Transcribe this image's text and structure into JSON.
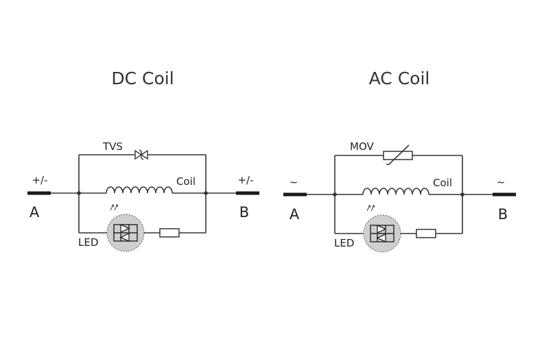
{
  "dc": {
    "title": "DC Coil",
    "terminal_left_symbol": "+/-",
    "terminal_right_symbol": "+/-",
    "terminal_left_label": "A",
    "terminal_right_label": "B",
    "suppressor_label": "TVS",
    "coil_label": "Coil",
    "led_label": "LED"
  },
  "ac": {
    "title": "AC Coil",
    "terminal_left_symbol": "~",
    "terminal_right_symbol": "~",
    "terminal_left_label": "A",
    "terminal_right_label": "B",
    "suppressor_label": "MOV",
    "coil_label": "Coil",
    "led_label": "LED"
  }
}
